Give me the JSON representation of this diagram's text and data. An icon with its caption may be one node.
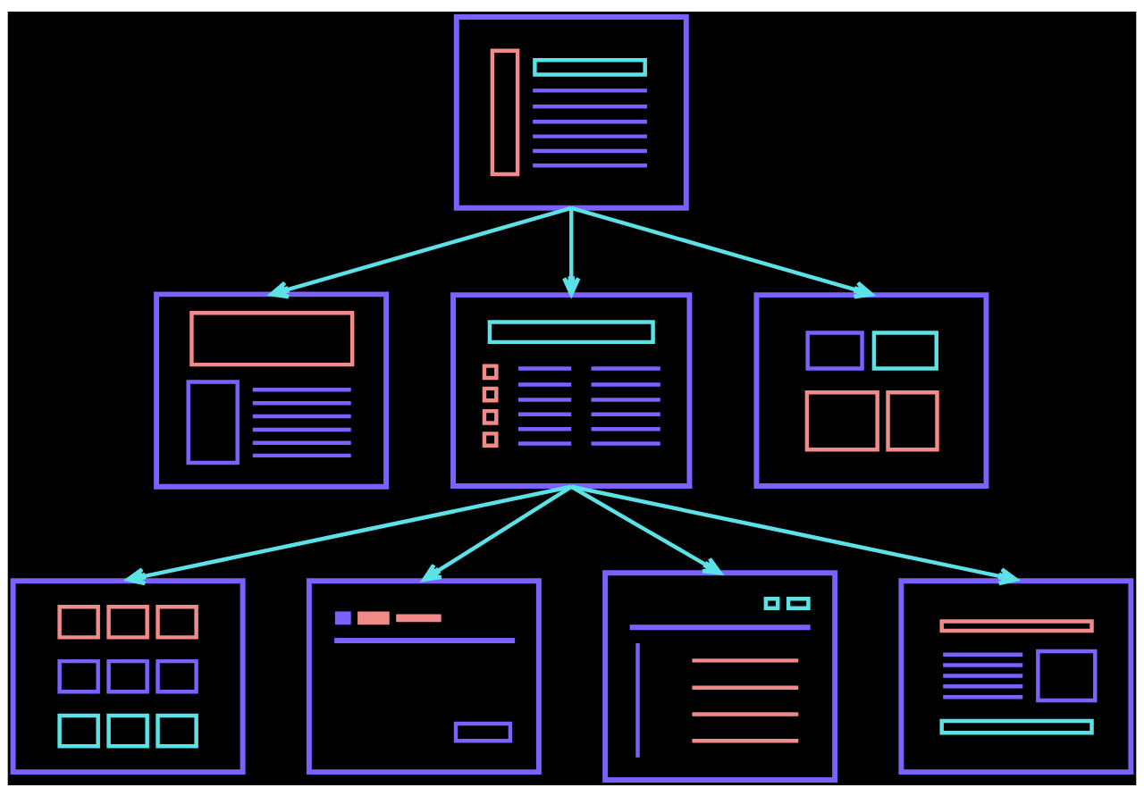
{
  "diagram": {
    "nodes": [
      {
        "text": [],
        "shape": "picture"
      },
      {
        "text": [],
        "shape": "picture"
      },
      {
        "text": [],
        "shape": "picture"
      },
      {
        "text": [],
        "shape": "picture"
      },
      {
        "text": [],
        "shape": "picture"
      },
      {
        "text": [],
        "shape": "picture"
      },
      {
        "text": [],
        "shape": "picture"
      },
      {
        "text": [],
        "shape": "picture"
      }
    ],
    "edges": [
      {
        "from": 0,
        "to": 1,
        "arrow": "to"
      },
      {
        "from": 0,
        "to": 2,
        "arrow": "to"
      },
      {
        "from": 0,
        "to": 3,
        "arrow": "to"
      },
      {
        "from": 2,
        "to": 4,
        "arrow": "to"
      },
      {
        "from": 2,
        "to": 5,
        "arrow": "to"
      },
      {
        "from": 2,
        "to": 6,
        "arrow": "to"
      },
      {
        "from": 2,
        "to": 7,
        "arrow": "to"
      }
    ]
  }
}
